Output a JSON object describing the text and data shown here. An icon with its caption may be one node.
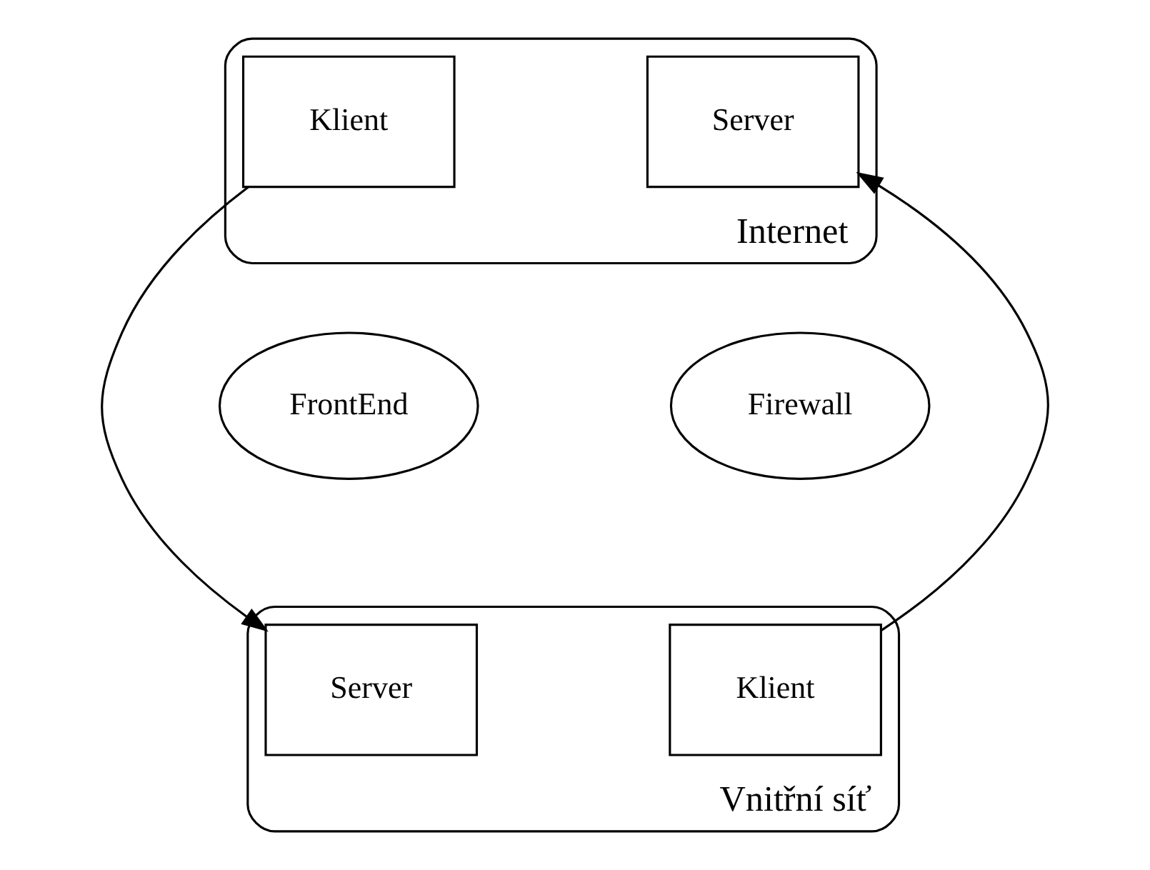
{
  "diagram": {
    "nodes": [
      {
        "text": [
          "Internet"
        ]
      },
      {
        "text": [
          "Klient"
        ],
        "in": 0
      },
      {
        "text": [
          "Server"
        ],
        "in": 0
      },
      {
        "text": [
          "FrontEnd"
        ]
      },
      {
        "text": [
          "Firewall"
        ]
      },
      {
        "text": [
          "Vnitřní síť"
        ]
      },
      {
        "text": [
          "Server"
        ],
        "in": 5
      },
      {
        "text": [
          "Klient"
        ],
        "in": 5
      }
    ],
    "edges": [
      {
        "from": 1,
        "to": 6,
        "arrow": "to"
      },
      {
        "from": 7,
        "to": 2,
        "arrow": "to"
      }
    ]
  }
}
